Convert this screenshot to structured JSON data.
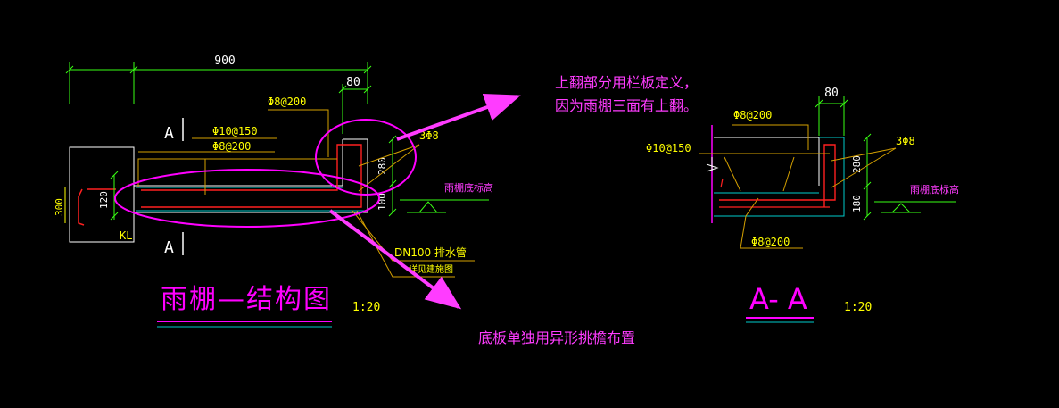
{
  "colors": {
    "background": "#000000",
    "dimension": "#39ff14",
    "label": "#ffff00",
    "leader": "#d4a000",
    "concrete": "#ffffff",
    "rebar": "#ff2020",
    "hatch": "#00cccc",
    "section_line": "#ff00ff",
    "annotation": "#ff3cff",
    "title": "#ff00ff",
    "scale": "#ffff00"
  },
  "main_section": {
    "dim_top": "900",
    "dim_upturn": "80",
    "dim_beam_depth": "300",
    "dim_slab": "120",
    "dim_upturn_height": "280",
    "dim_bottom": "100",
    "rebar_top": "Φ8@200",
    "rebar_dist_1": "Φ10@150",
    "rebar_dist_2": "Φ8@200",
    "rebar_bars": "3Φ8",
    "beam_label": "KL",
    "section_mark_top": "A",
    "section_mark_bottom": "A",
    "drain_pipe": "DN100 排水管",
    "drain_detail": "详见建施图",
    "elevation_label": "雨棚底标高",
    "title": "雨棚—结构图",
    "scale": "1:20"
  },
  "section_aa": {
    "dim_upturn": "80",
    "dim_upturn_height": "280",
    "dim_bottom": "180",
    "rebar_top": "Φ8@200",
    "rebar_dist": "Φ10@150",
    "rebar_bars": "3Φ8",
    "rebar_bottom": "Φ8@200",
    "elevation_label": "雨棚底标高",
    "title": "A- A",
    "scale": "1:20"
  },
  "annotations": {
    "upturn_note_line1": "上翻部分用栏板定义，",
    "upturn_note_line2": "因为雨棚三面有上翻。",
    "slab_note": "底板单独用异形挑檐布置"
  }
}
